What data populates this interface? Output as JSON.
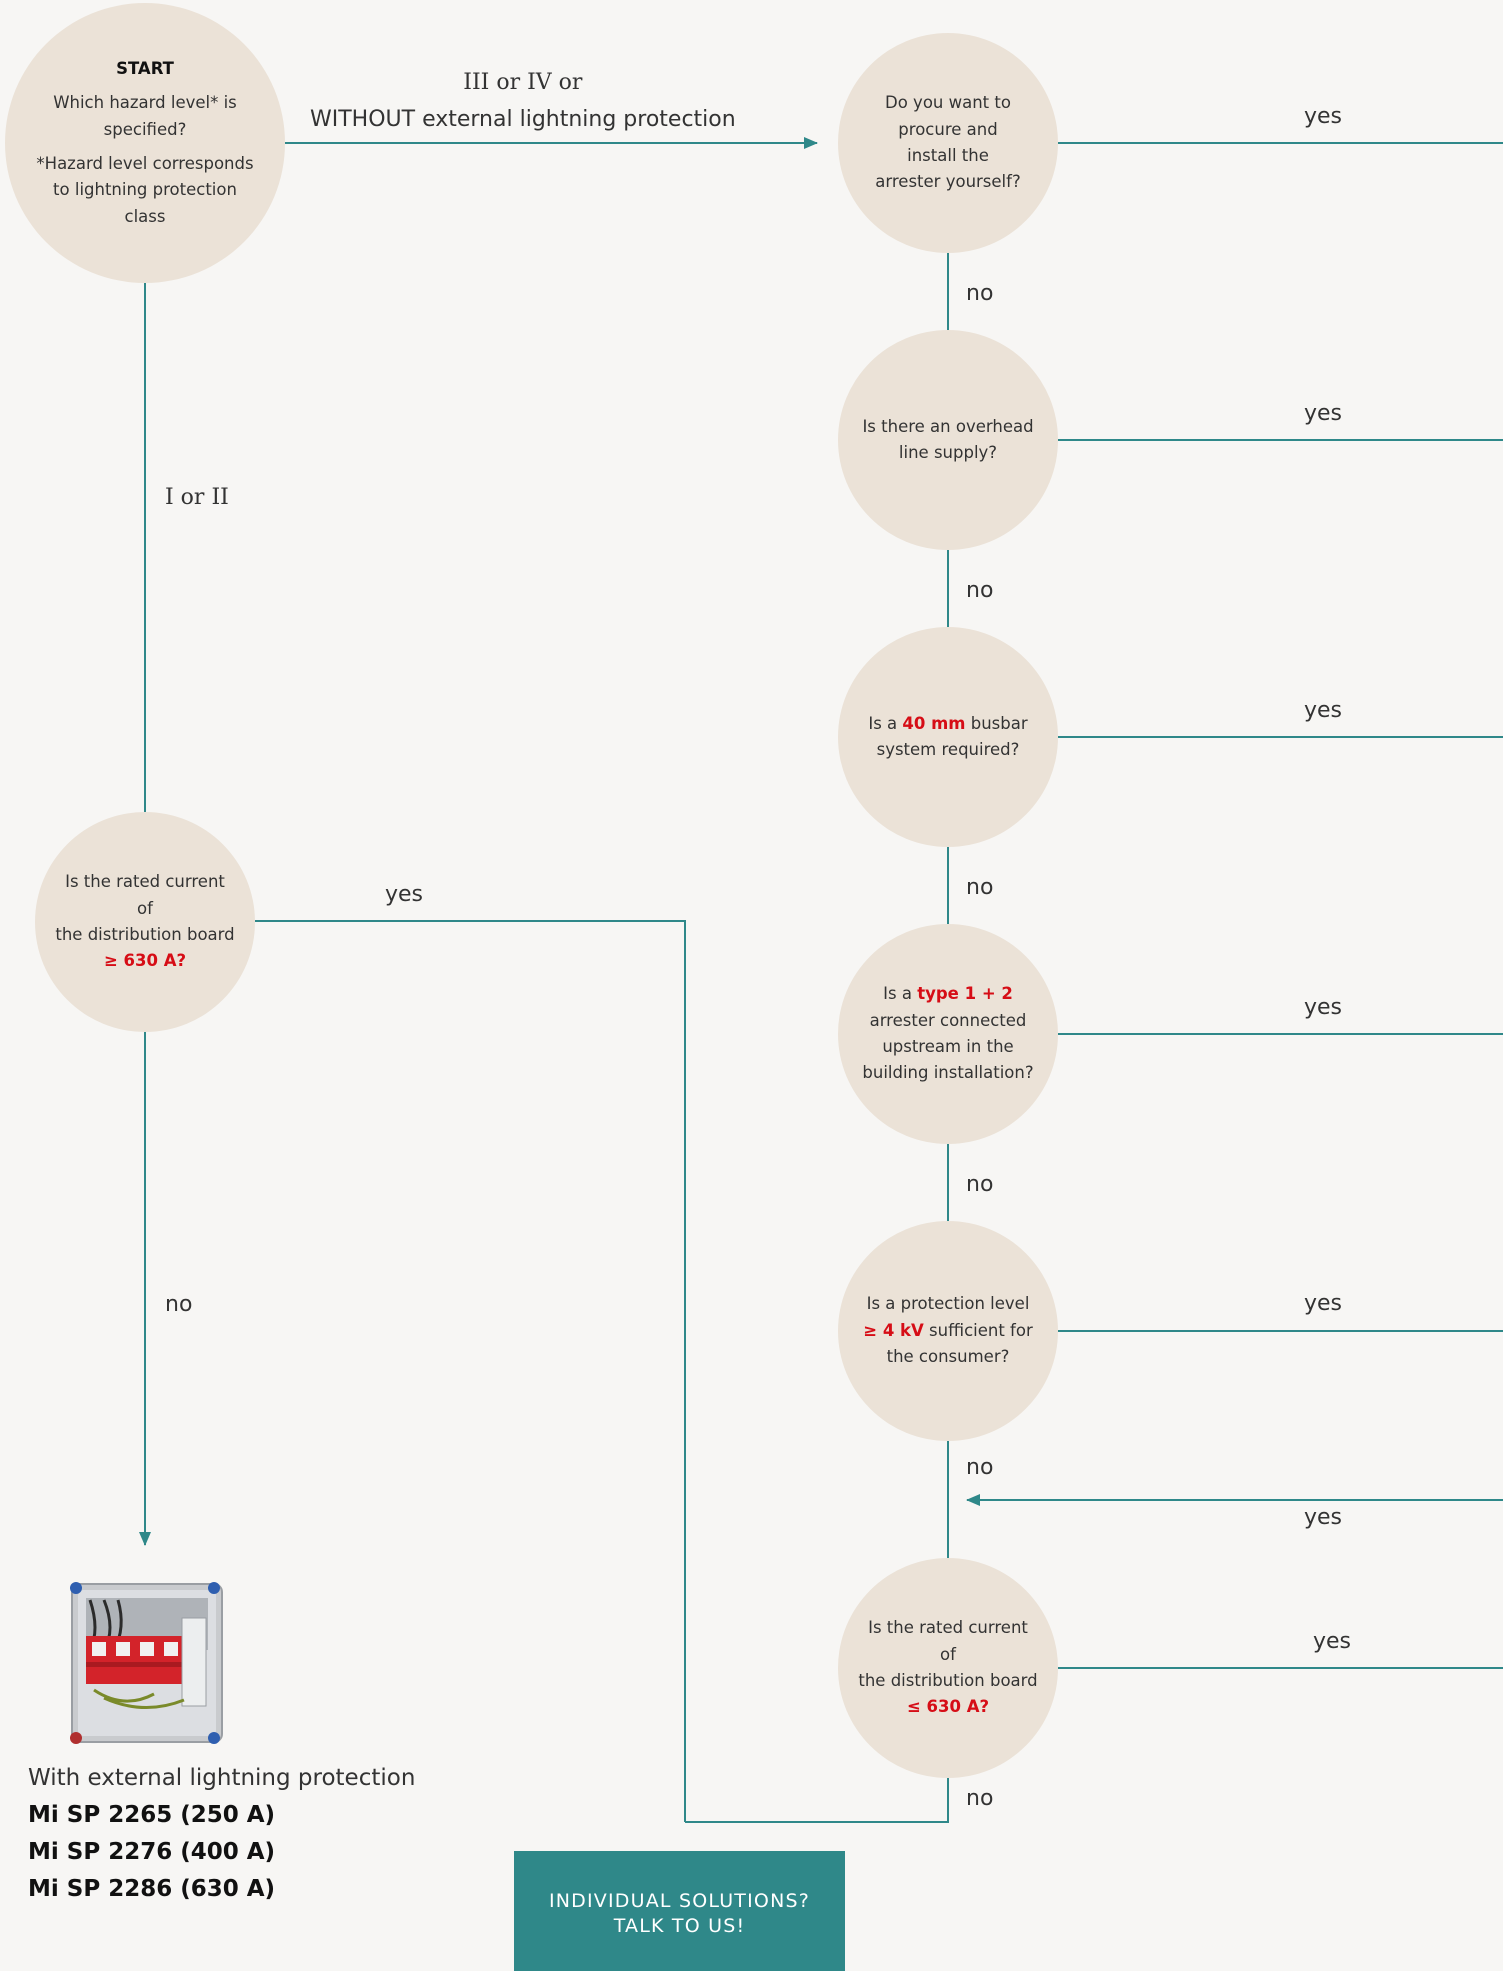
{
  "start_node": {
    "title": "START",
    "question": "Which hazard level* is specified?",
    "footnote": "*Hazard level corresponds to lightning protection class"
  },
  "edges": {
    "start_to_q1": "III or IV or",
    "start_to_q1_line2": "WITHOUT external lightning protection",
    "start_down": "I or II",
    "rated_left_yes": "yes",
    "rated_left_no": "no",
    "q1_yes": "yes",
    "q1_no": "no",
    "q2_yes": "yes",
    "q2_no": "no",
    "q3_yes": "yes",
    "q3_no": "no",
    "q4_yes": "yes",
    "q4_no": "no",
    "q5_yes": "yes",
    "q5_no": "no",
    "return_yes": "yes",
    "q6_yes": "yes",
    "q6_no": "no"
  },
  "questions": {
    "rated_left": {
      "line1": "Is the rated current of",
      "line2": "the distribution board",
      "highlight": "≥ 630 A?"
    },
    "q1": {
      "text": "Do you want to procure and install the arrester yourself?"
    },
    "q2": {
      "text": "Is there an overhead line supply?"
    },
    "q3": {
      "pre": "Is a ",
      "highlight": "40 mm",
      "post": " busbar system required?"
    },
    "q4": {
      "pre": "Is a ",
      "highlight": "type 1 + 2",
      "post": " arrester connected upstream in the building installation?"
    },
    "q5": {
      "pre": "Is a protection level ",
      "highlight": "≥ 4 kV",
      "post": " sufficient for the consumer?"
    },
    "q6": {
      "line1": "Is the rated current of",
      "line2": "the distribution board",
      "highlight": "≤ 630 A?"
    }
  },
  "product": {
    "caption": "With external lightning protection",
    "items": [
      "Mi SP 2265 (250 A)",
      "Mi SP 2276 (400 A)",
      "Mi SP 2286 (630 A)"
    ]
  },
  "cta": {
    "line1": "INDIVIDUAL SOLUTIONS?",
    "line2": "TALK TO US!"
  },
  "colors": {
    "background": "#f7f6f4",
    "node_fill": "#ebe2d7",
    "connector": "#2f8889",
    "highlight": "#d60d16",
    "cta_fill": "#2f8889"
  }
}
